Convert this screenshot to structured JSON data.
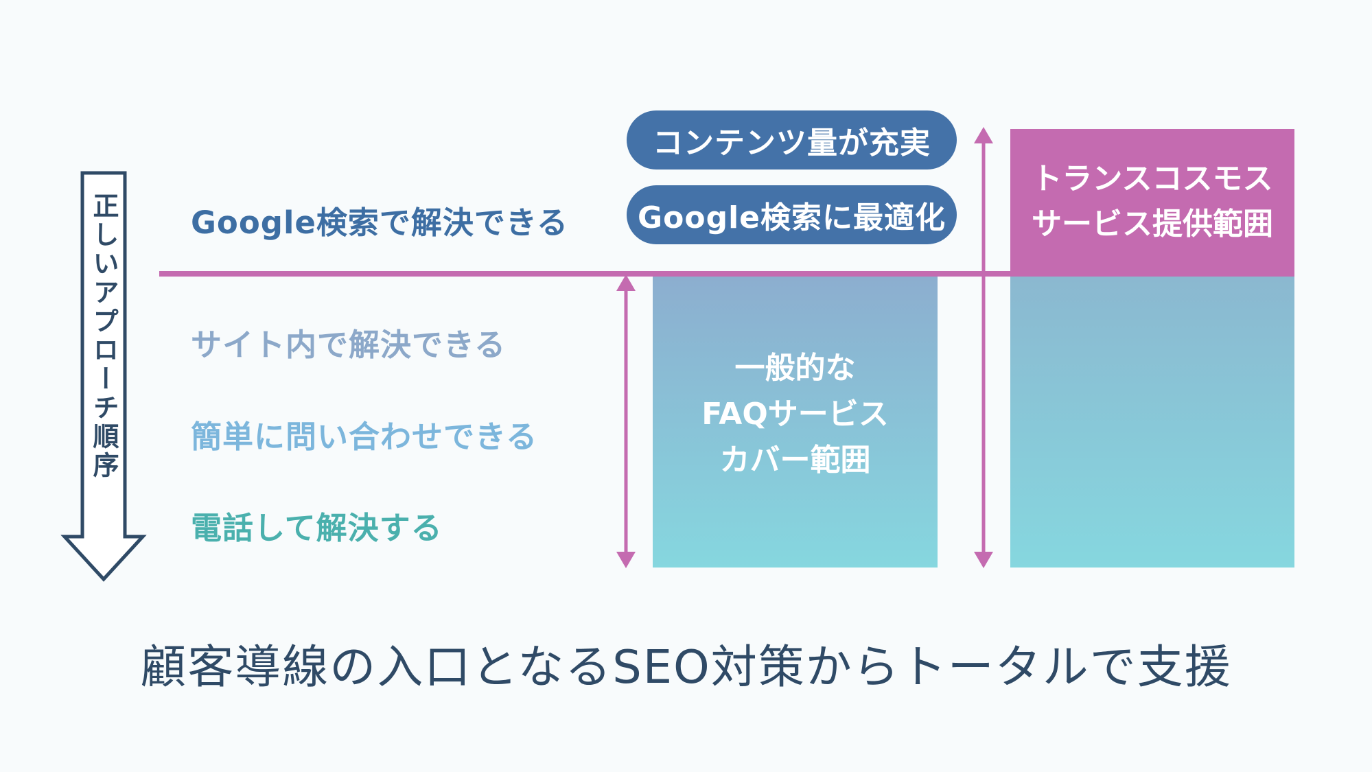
{
  "order_label": "正しいアプローチ順序",
  "levels": {
    "google": "Google検索で解決できる",
    "site": "サイト内で解決できる",
    "inquiry": "簡単に問い合わせできる",
    "phone": "電話して解決する"
  },
  "pills": {
    "content": "コンテンツ量が充実",
    "google": "Google検索に最適化"
  },
  "faq_block": {
    "lines": [
      "一般的な",
      "FAQサービス",
      "カバー範囲"
    ]
  },
  "transcosmos_block": {
    "lines": [
      "トランスコスモス",
      "サービス提供範囲"
    ]
  },
  "caption": "顧客導線の入口となるSEO対策からトータルで支援",
  "colors": {
    "accent_magenta": "#c46bb0",
    "pill_blue": "#4472a8",
    "title_navy": "#2f4a66"
  }
}
